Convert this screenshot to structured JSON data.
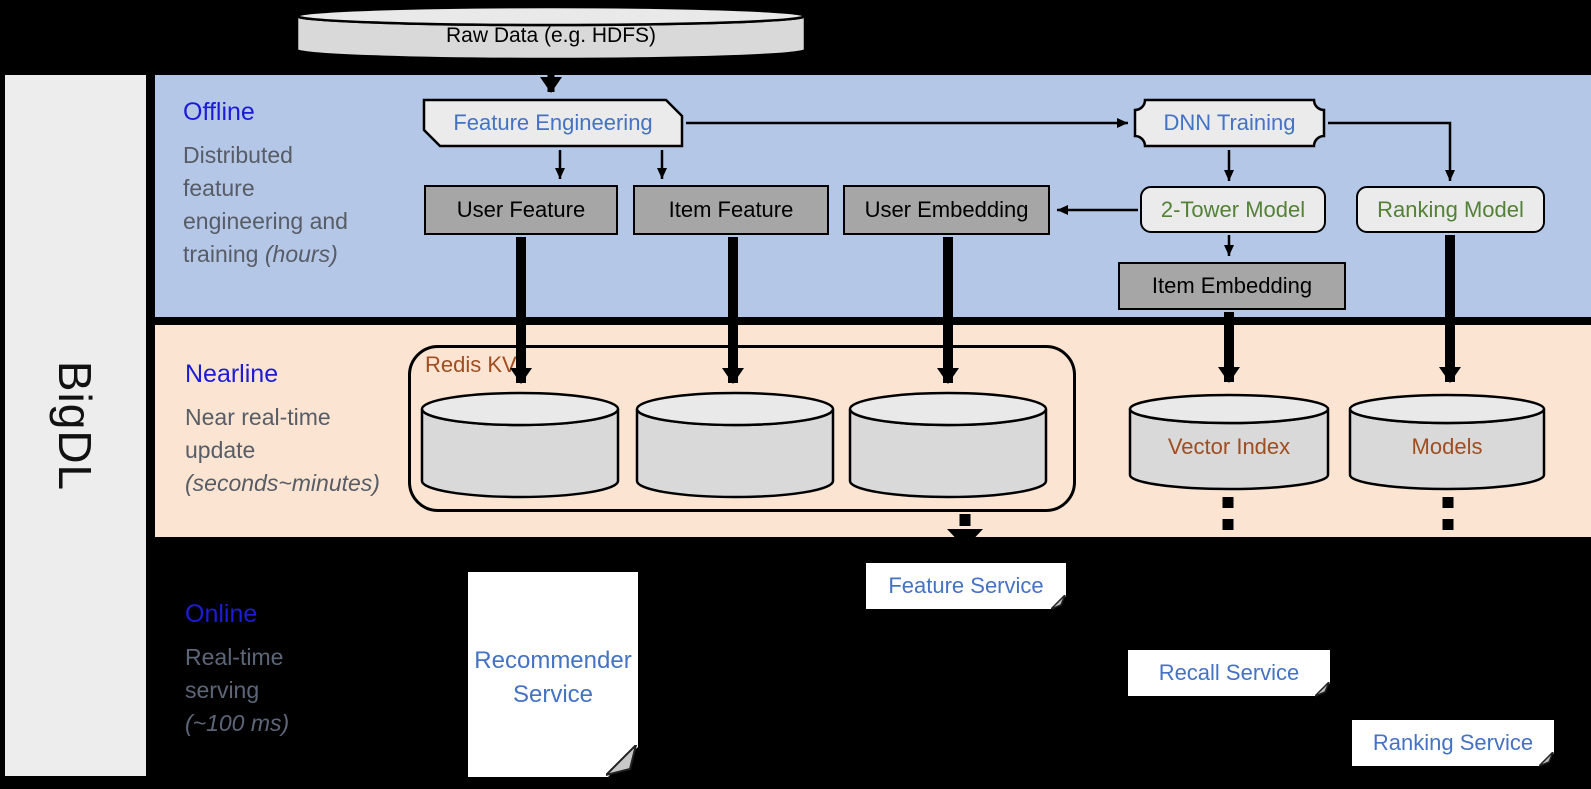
{
  "brand": {
    "label": "BigDL"
  },
  "raw_data": {
    "label": "Raw Data (e.g. HDFS)"
  },
  "sections": {
    "offline": {
      "title": "Offline",
      "desc_lines": [
        "Distributed",
        "feature",
        "engineering and"
      ],
      "desc_last": "training",
      "desc_italic": "(hours)"
    },
    "nearline": {
      "title": "Nearline",
      "desc_lines": [
        "Near real-time",
        "update"
      ],
      "desc_italic": "(seconds~minutes)"
    },
    "online": {
      "title": "Online",
      "desc_lines": [
        "Real-time",
        "serving"
      ],
      "desc_italic": "(~100 ms)"
    }
  },
  "offline_nodes": {
    "feature_engineering": "Feature Engineering",
    "dnn_training": "DNN Training",
    "user_feature": "User Feature",
    "item_feature": "Item Feature",
    "user_embedding": "User Embedding",
    "two_tower_model": "2-Tower Model",
    "ranking_model": "Ranking Model",
    "item_embedding": "Item Embedding"
  },
  "nearline_nodes": {
    "redis_kv": "Redis KV",
    "vector_index": "Vector Index",
    "models": "Models"
  },
  "online_nodes": {
    "recommender_service": "Recommender Service",
    "feature_service": "Feature Service",
    "recall_service": "Recall Service",
    "ranking_service": "Ranking Service"
  },
  "colors": {
    "background": "#000000",
    "offline_band": "#b4c7e7",
    "nearline_band": "#fbe5d2",
    "sidebar": "#ededed",
    "section_title_blue": "#1c1cd6",
    "desc_gray": "#575c66",
    "node_label_blue": "#4472c4",
    "node_label_green": "#538135",
    "node_label_brown": "#a04d1f",
    "gray_box_fill": "#a6a6a6",
    "light_box_fill": "#ebebeb",
    "cylinder_fill": "#d9d9d9"
  }
}
